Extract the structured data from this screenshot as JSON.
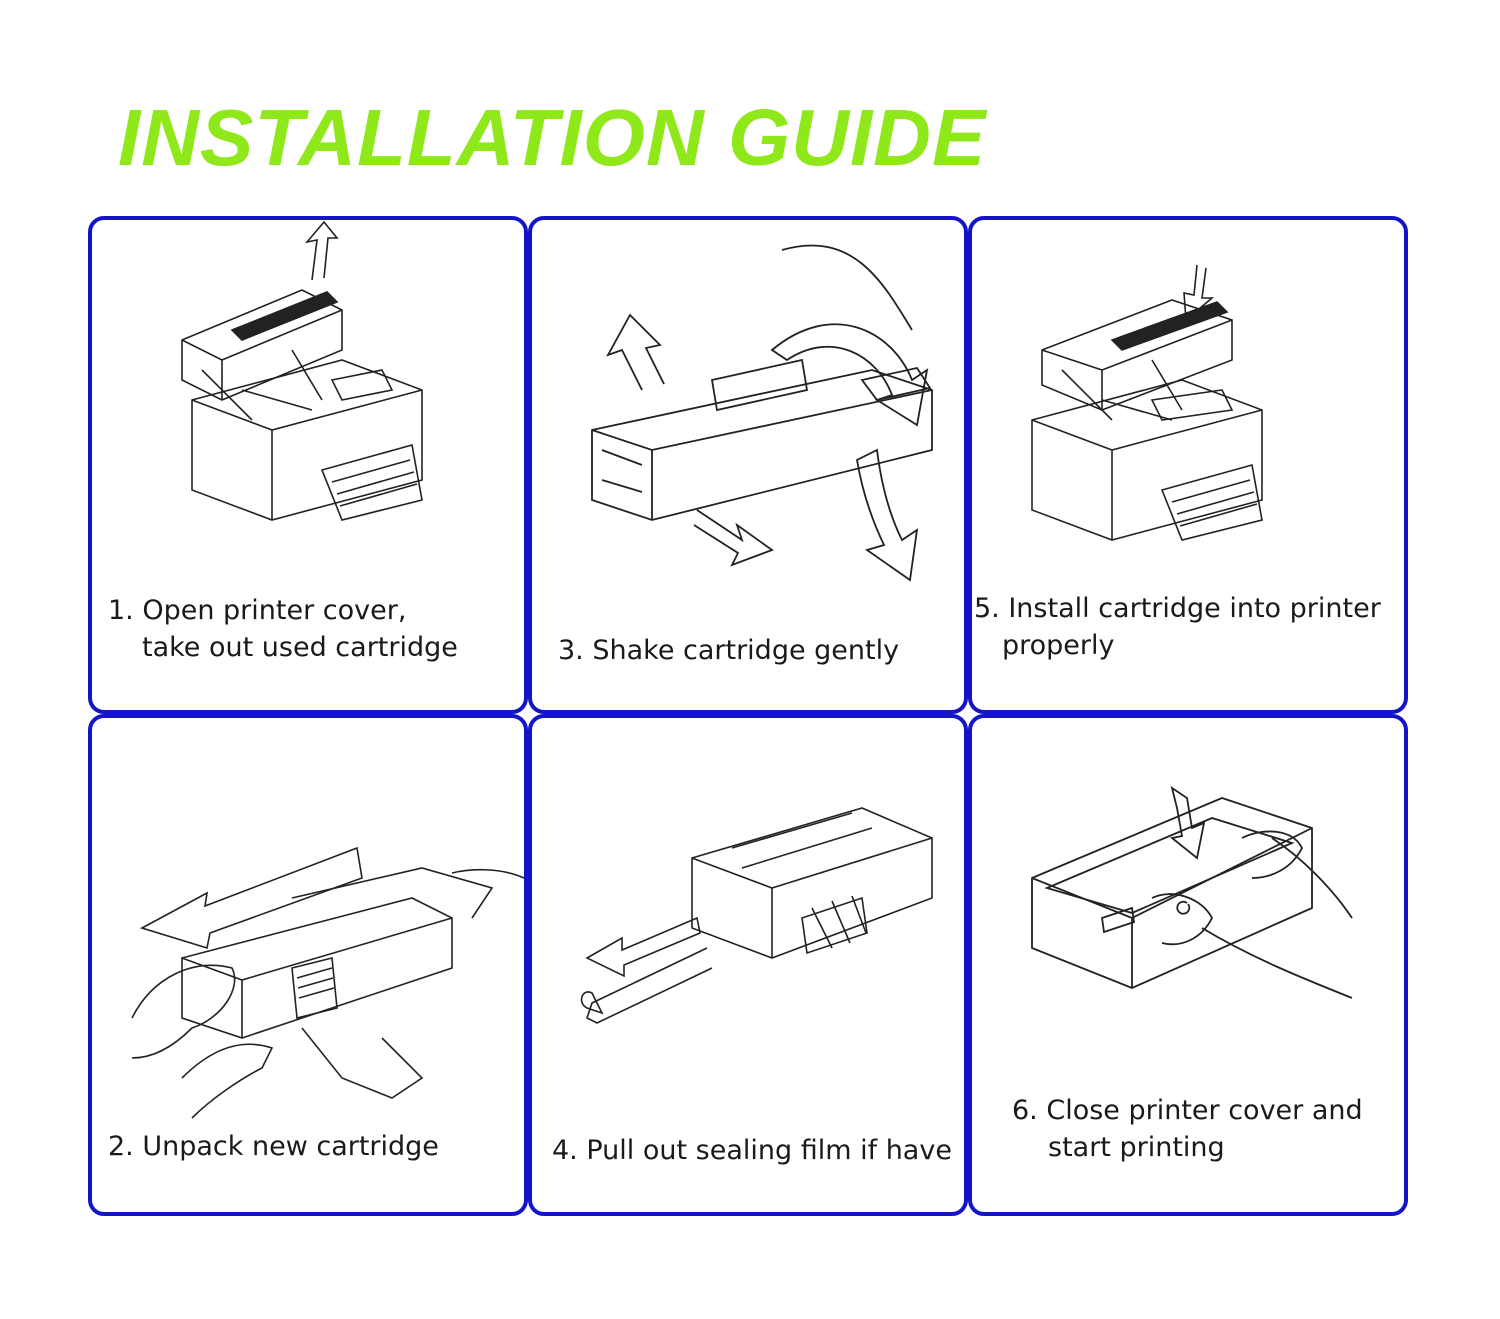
{
  "title": "INSTALLATION GUIDE",
  "colors": {
    "title": "#8fe81a",
    "panel_border": "#1414c8",
    "line_art": "#222222"
  },
  "steps": [
    {
      "line1": "1. Open printer cover,",
      "line2": "take out used cartridge"
    },
    {
      "line1": "3. Shake cartridge gently",
      "line2": ""
    },
    {
      "line1": "5. Install cartridge into printer",
      "line2": "properly"
    },
    {
      "line1": "2. Unpack new cartridge",
      "line2": ""
    },
    {
      "line1": "4. Pull out sealing film if have",
      "line2": ""
    },
    {
      "line1": "6. Close printer cover and",
      "line2": "start printing"
    }
  ]
}
